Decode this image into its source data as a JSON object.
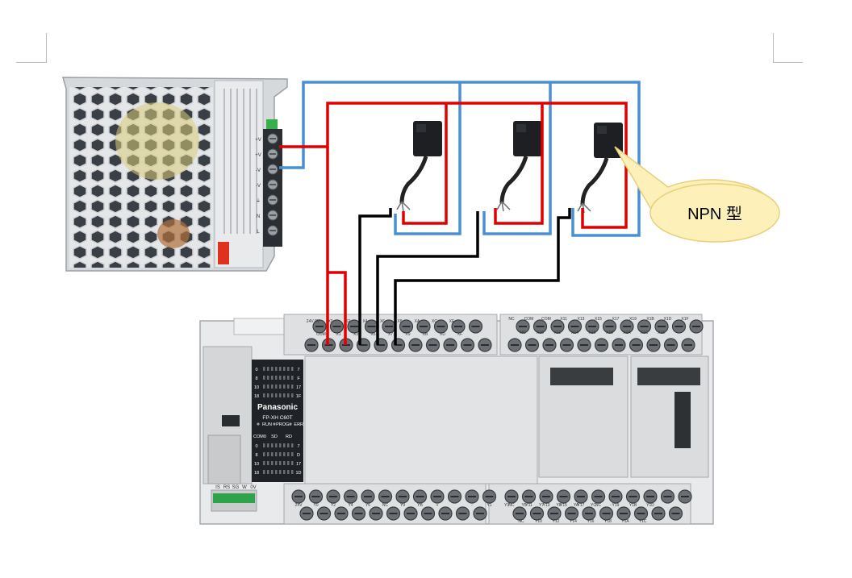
{
  "callout": {
    "label": "NPN 型",
    "fill": "#fdf0b8",
    "stroke": "#e8cf7a"
  },
  "wire_colors": {
    "positive": "#e00000",
    "negative": "#4a8fd0",
    "signal": "#000000"
  },
  "psu": {
    "label_color": "#e03020",
    "terminals": [
      "+V",
      "+V",
      "-V",
      "-V",
      "⏚",
      "N",
      "L"
    ]
  },
  "plc": {
    "brand": "Panasonic",
    "model": "FP-XH C60T",
    "led_row1": [
      "RUN",
      "PROG.",
      "ERR."
    ],
    "led_row2": [
      "COM0",
      "SD",
      "RD"
    ],
    "x_leds": [
      {
        "left": "0",
        "right": "7"
      },
      {
        "left": "8",
        "right": "F"
      },
      {
        "left": "10",
        "right": "17"
      },
      {
        "left": "18",
        "right": "1F"
      }
    ],
    "y_leds": [
      {
        "left": "0",
        "right": "7"
      },
      {
        "left": "8",
        "right": "D"
      },
      {
        "left": "10",
        "right": "17"
      },
      {
        "left": "18",
        "right": "1D"
      }
    ],
    "top_labels_a": [
      "24V 0V",
      "X0",
      "X2",
      "X4",
      "X6",
      "X8",
      "XA",
      "XC",
      "XE"
    ],
    "top_labels_b": [
      "COM",
      "X1",
      "X3",
      "X5",
      "X7",
      "X9",
      "XB",
      "XD",
      "XF"
    ],
    "top_labels_c": [
      "NC",
      "COM",
      "COM",
      "X11",
      "X13",
      "X15",
      "X17",
      "X19",
      "X1B",
      "X1D",
      "X1F"
    ],
    "top_labels_d": [
      "NC",
      "X10",
      "X12",
      "X14",
      "X16",
      "X18",
      "X1A",
      "X1C",
      "X1E"
    ],
    "bottom_labels_a": [
      "24V",
      "Y0",
      "Y2",
      "Y4",
      "Y6",
      "NC",
      "Y9",
      "YB",
      "+",
      "",
      "-",
      "Y1",
      "Y3",
      "Y5",
      "Y7",
      "Y8",
      "YA",
      "YC",
      "-"
    ],
    "bottom_labels_b": [
      "NC",
      "Y11",
      "Y13",
      "Y15",
      "Y17",
      "NC",
      "Y19",
      "Y1B",
      "Y1D"
    ],
    "bottom_labels_c": [
      "NC",
      "Y10",
      "Y12",
      "Y14",
      "Y16",
      "Y18",
      "Y1A",
      "Y1C"
    ],
    "port_labels": [
      "IS",
      "RS",
      "SG",
      "W",
      "0V"
    ]
  }
}
